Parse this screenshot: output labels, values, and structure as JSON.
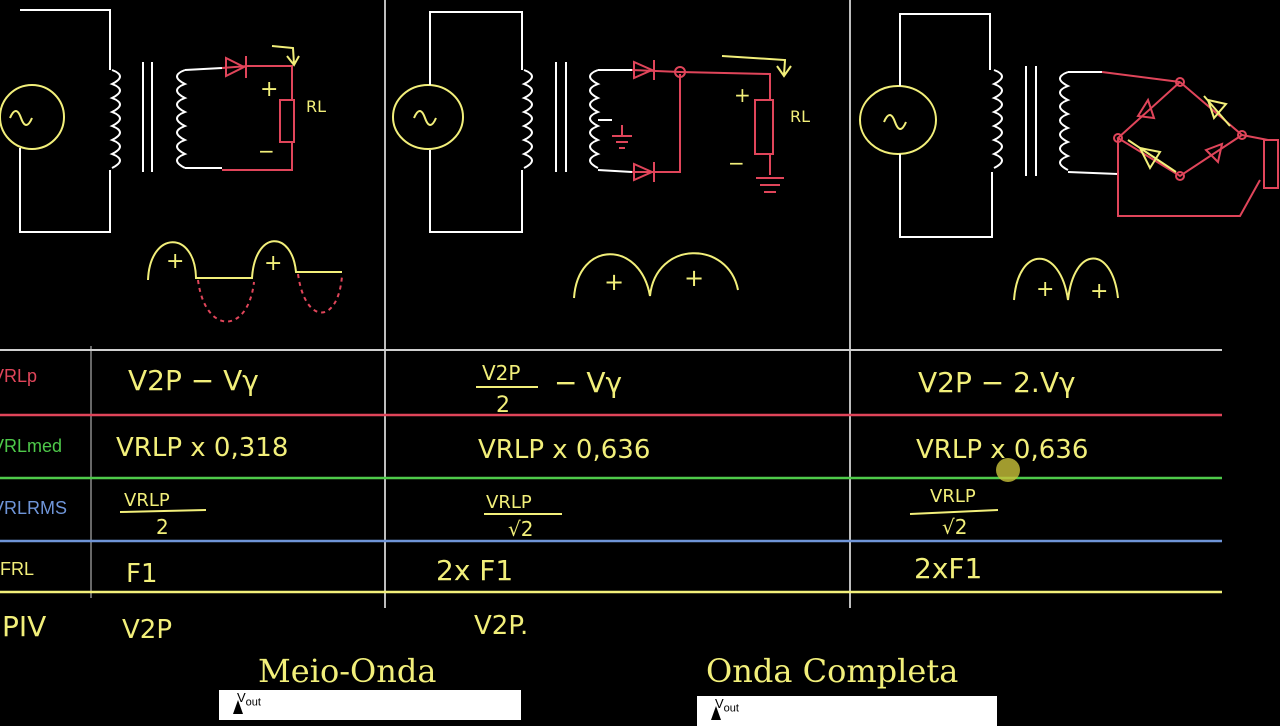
{
  "colors": {
    "background": "#000000",
    "chalk": "#ffffff",
    "yellow": "#f2ef7a",
    "red": "#e0455a",
    "green": "#4ec94a",
    "blue": "#6f95d8",
    "gray": "#bdbdbd"
  },
  "row_labels": {
    "vrlp": "VRLp",
    "vrlmed": "VRLmed",
    "vrlrms": "VRLRMS",
    "frl": "FRL",
    "piv": "PIV"
  },
  "formulas": {
    "half_wave": {
      "vrlp": "V2P − Vγ",
      "vrlmed": "VRLP x 0,318",
      "vrlrms_num": "VRLP",
      "vrlrms_den": "2",
      "frl": "F1",
      "piv": "V2P"
    },
    "center_tap": {
      "vrlp_num": "V2P",
      "vrlp_den": "2",
      "vrlp_rest": "− Vγ",
      "vrlmed": "VRLP x 0,636",
      "vrlrms_num": "VRLP",
      "vrlrms_den": "√2",
      "frl": "2x F1",
      "piv": "V2P."
    },
    "bridge": {
      "vrlp": "V2P − 2.Vγ",
      "vrlmed": "VRLP x 0,636",
      "vrlrms_num": "VRLP",
      "vrlrms_den": "√2",
      "frl": "2xF1"
    }
  },
  "circuit_labels": {
    "rl_1": "RL",
    "rl_2": "RL",
    "plus": "+",
    "minus": "−",
    "ac_symbol": "∿"
  },
  "waveform_signs": "+",
  "titles": {
    "half_wave": "Meio-Onda",
    "full_wave": "Onda Completa"
  },
  "panels": {
    "left_label": "V",
    "left_sub": "out",
    "right_label": "V",
    "right_sub": "out"
  }
}
